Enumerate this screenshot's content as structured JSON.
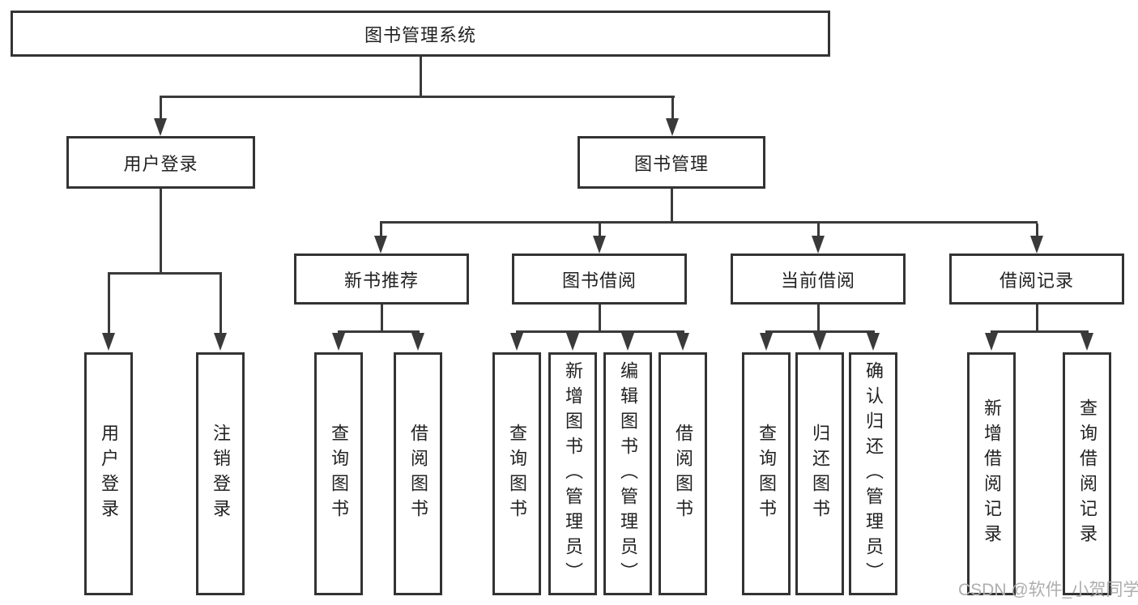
{
  "nodes": {
    "root": "图书管理系统",
    "user_login": "用户登录",
    "book_mgmt": "图书管理",
    "new_books": "新书推荐",
    "book_borrow": "图书借阅",
    "current_borrow": "当前借阅",
    "borrow_records": "借阅记录",
    "leaf_user_login": "用户登录",
    "leaf_logout": "注销登录",
    "nb_query": "查询图书",
    "nb_borrow": "借阅图书",
    "bb_query": "查询图书",
    "bb_add": "新增图书（管理员）",
    "bb_edit": "编辑图书（管理员）",
    "bb_borrow": "借阅图书",
    "cb_query": "查询图书",
    "cb_return": "归还图书",
    "cb_confirm": "确认归还（管理员）",
    "br_add": "新增借阅记录",
    "br_query": "查询借阅记录"
  },
  "watermark": "CSDN @软件_小贺同学",
  "colors": {
    "line": "#3a3a3a",
    "box_border": "#333333",
    "text": "#222222",
    "watermark": "#aeaeae",
    "background": "#ffffff"
  }
}
